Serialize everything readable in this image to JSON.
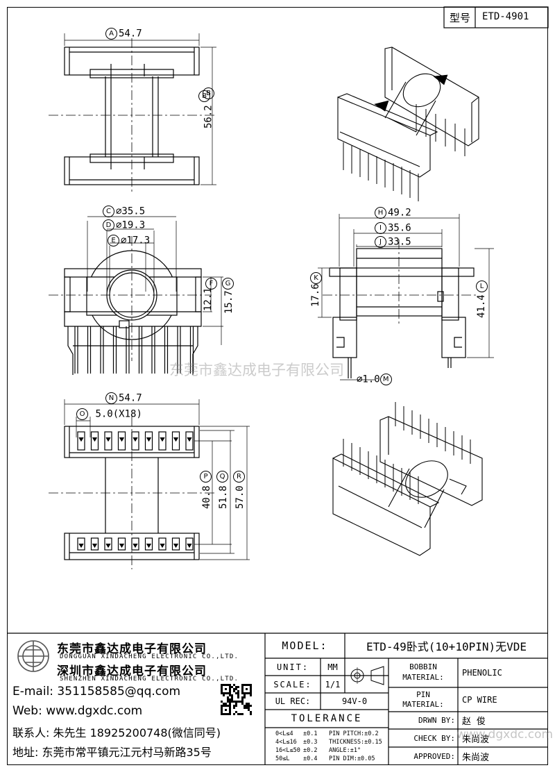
{
  "header": {
    "model_label": "型号",
    "model_value": "ETD-4901"
  },
  "dims": {
    "A": {
      "letter": "A",
      "value": "54.7"
    },
    "B": {
      "letter": "B",
      "value": "56.2"
    },
    "C": {
      "letter": "C",
      "value": "⌀35.5"
    },
    "D": {
      "letter": "D",
      "value": "⌀19.3"
    },
    "E": {
      "letter": "E",
      "value": "⌀17.3"
    },
    "F": {
      "letter": "F",
      "value": "12.1"
    },
    "G": {
      "letter": "G",
      "value": "15.7"
    },
    "H": {
      "letter": "H",
      "value": "49.2"
    },
    "I": {
      "letter": "I",
      "value": "35.6"
    },
    "J": {
      "letter": "J",
      "value": "33.5"
    },
    "K": {
      "letter": "K",
      "value": "17.6"
    },
    "L": {
      "letter": "L",
      "value": "41.4"
    },
    "M": {
      "letter": "M",
      "value": "⌀1.0"
    },
    "N": {
      "letter": "N",
      "value": "54.7"
    },
    "O": {
      "letter": "O",
      "value": "5.0(X18)"
    },
    "P": {
      "letter": "P",
      "value": "40.8"
    },
    "Q": {
      "letter": "Q",
      "value": "51.8"
    },
    "R": {
      "letter": "R",
      "value": "57.0"
    }
  },
  "watermark": "东莞市鑫达成电子有限公司",
  "company": {
    "name_dg": "东莞市鑫达成电子有限公司",
    "name_dg_en": "DONGGUAN XINDACHENG ELECTRONIC CO.,LTD.",
    "name_sz": "深圳市鑫达成电子有限公司",
    "name_sz_en": "SHENZHEN XINDACHENG ELECTRONIC CO.,LTD.",
    "email": "E-mail: 351158585@qq.com",
    "web": "Web: www.dgxdc.com",
    "contact": "联系人: 朱先生 18925200748(微信同号)",
    "address": "地址: 东莞市常平镇元江元村马新路35号"
  },
  "title_block": {
    "model_label": "MODEL:",
    "model_value": "ETD-49卧式(10+10PIN)无VDE",
    "unit_label": "UNIT:",
    "unit_value": "MM",
    "scale_label": "SCALE:",
    "scale_value": "1/1",
    "ul_label": "UL REC:",
    "ul_value": "94V-0",
    "tolerance_label": "TOLERANCE",
    "tolerance_rows": [
      {
        "range": "0<L≤4",
        "tol": "±0.1",
        "item": "PIN PITCH:±0.2"
      },
      {
        "range": "4<L≤16",
        "tol": "±0.3",
        "item": "THICKNESS:±0.15"
      },
      {
        "range": "16<L≤50",
        "tol": "±0.2",
        "item": "ANGLE:±1°"
      },
      {
        "range": "50≤L",
        "tol": "±0.4",
        "item": "PIN DIM:±0.05"
      }
    ],
    "bobbin_label_1": "BOBBIN",
    "bobbin_label_2": "MATERIAL:",
    "bobbin_value": "PHENOLIC",
    "pin_label_1": "PIN",
    "pin_label_2": "MATERIAL:",
    "pin_value": "CP WIRE",
    "drawn_label": "DRWN BY:",
    "drawn_value": "赵 俊",
    "check_label": "CHECK BY:",
    "check_value": "朱尚波",
    "approved_label": "APPROVED:",
    "approved_value": "朱尚波",
    "corner_watermark": "www.dgxdc.com"
  },
  "icons": {
    "projection": "first-angle-projection-icon",
    "logo": "company-logo-icon",
    "qr": "qr-code-icon"
  }
}
